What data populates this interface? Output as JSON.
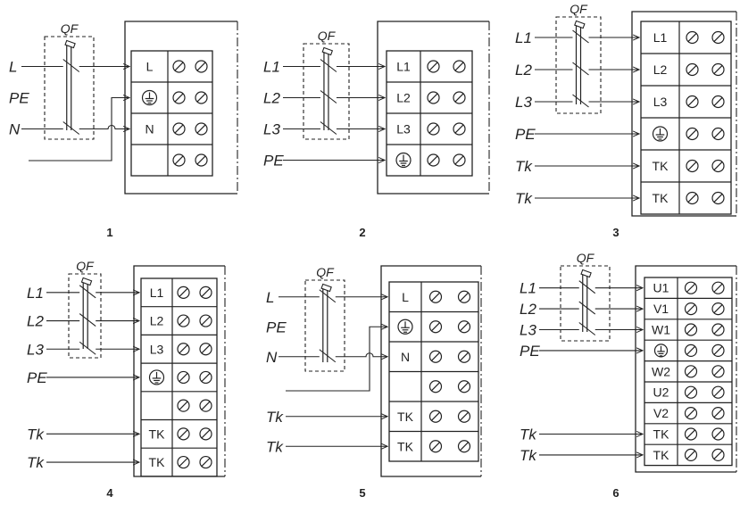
{
  "qf_label": "QF",
  "panels": [
    {
      "number": "1",
      "inputs": [
        {
          "label": "L",
          "row": 0
        },
        {
          "label": "N",
          "row": 2,
          "bypass": true
        },
        {
          "label": "PE",
          "row": 1,
          "feed": true
        }
      ],
      "rows": [
        {
          "text": "L"
        },
        {
          "text": "",
          "ground": true
        },
        {
          "text": "N"
        },
        {
          "text": ""
        }
      ]
    },
    {
      "number": "2",
      "inputs": [
        {
          "label": "L1",
          "row": 0
        },
        {
          "label": "L2",
          "row": 1
        },
        {
          "label": "L3",
          "row": 2
        },
        {
          "label": "PE",
          "row": 3,
          "direct": true
        }
      ],
      "rows": [
        {
          "text": "L1"
        },
        {
          "text": "L2"
        },
        {
          "text": "L3"
        },
        {
          "text": "",
          "ground": true
        }
      ]
    },
    {
      "number": "3",
      "inputs": [
        {
          "label": "L1",
          "row": 0
        },
        {
          "label": "L2",
          "row": 1
        },
        {
          "label": "L3",
          "row": 2
        },
        {
          "label": "PE",
          "row": 3,
          "direct": true
        },
        {
          "label": "Tk",
          "row": 4,
          "direct": true
        },
        {
          "label": "Tk",
          "row": 5,
          "direct": true
        }
      ],
      "rows": [
        {
          "text": "L1"
        },
        {
          "text": "L2"
        },
        {
          "text": "L3"
        },
        {
          "text": "",
          "ground": true
        },
        {
          "text": "TK"
        },
        {
          "text": "TK"
        }
      ]
    },
    {
      "number": "4",
      "inputs": [
        {
          "label": "L1",
          "row": 0
        },
        {
          "label": "L2",
          "row": 1
        },
        {
          "label": "L3",
          "row": 2
        },
        {
          "label": "PE",
          "row": 3,
          "direct": true
        },
        {
          "label": "Tk",
          "row": 5,
          "direct": true
        },
        {
          "label": "Tk",
          "row": 6,
          "direct": true
        }
      ],
      "rows": [
        {
          "text": "L1"
        },
        {
          "text": "L2"
        },
        {
          "text": "L3"
        },
        {
          "text": "",
          "ground": true
        },
        {
          "text": ""
        },
        {
          "text": "TK"
        },
        {
          "text": "TK"
        }
      ]
    },
    {
      "number": "5",
      "inputs": [
        {
          "label": "L",
          "row": 0
        },
        {
          "label": "N",
          "row": 2,
          "bypass": true
        },
        {
          "label": "PE",
          "row": 1,
          "feed": true
        },
        {
          "label": "Tk",
          "row": 4,
          "direct": true
        },
        {
          "label": "Tk",
          "row": 5,
          "direct": true
        }
      ],
      "rows": [
        {
          "text": "L"
        },
        {
          "text": "",
          "ground": true
        },
        {
          "text": "N"
        },
        {
          "text": ""
        },
        {
          "text": "TK"
        },
        {
          "text": "TK"
        }
      ]
    },
    {
      "number": "6",
      "inputs": [
        {
          "label": "L1",
          "row": 0
        },
        {
          "label": "L2",
          "row": 1
        },
        {
          "label": "L3",
          "row": 2
        },
        {
          "label": "PE",
          "row": 3,
          "direct": true
        },
        {
          "label": "Tk",
          "row": 7,
          "direct": true
        },
        {
          "label": "Tk",
          "row": 8,
          "direct": true
        }
      ],
      "rows": [
        {
          "text": "U1"
        },
        {
          "text": "V1"
        },
        {
          "text": "W1"
        },
        {
          "text": "",
          "ground": true
        },
        {
          "text": "W2"
        },
        {
          "text": "U2"
        },
        {
          "text": "V2"
        },
        {
          "text": "TK"
        },
        {
          "text": "TK"
        }
      ]
    }
  ]
}
